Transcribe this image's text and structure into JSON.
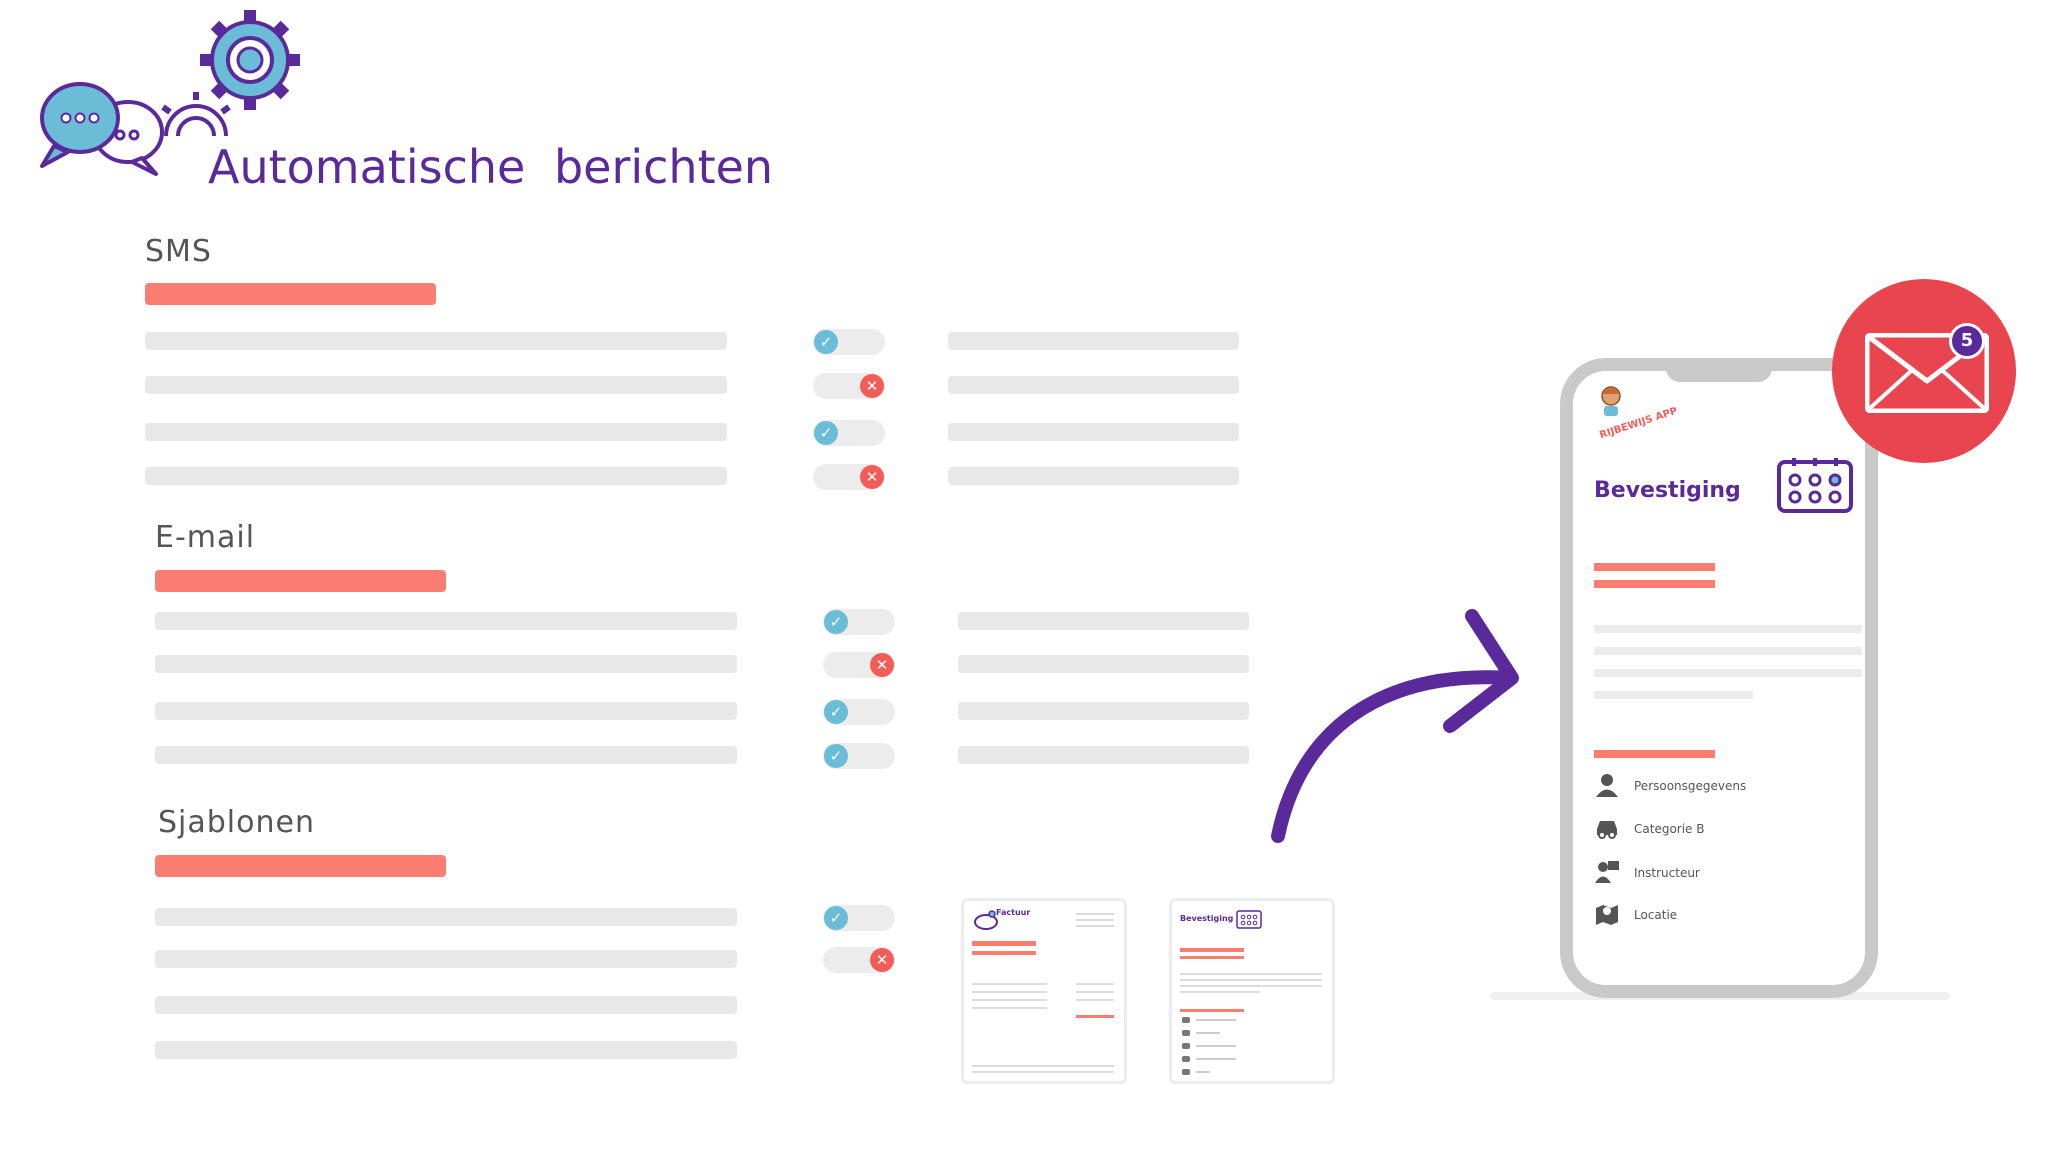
{
  "title": "Automatische berichten",
  "sections": {
    "sms": {
      "label": "SMS"
    },
    "email": {
      "label": "E-mail"
    },
    "templates": {
      "label": "Sjablonen"
    }
  },
  "toggles": {
    "sms": [
      "on",
      "off",
      "on",
      "off"
    ],
    "email": [
      "on",
      "off",
      "on",
      "on"
    ],
    "templates": [
      "on",
      "off"
    ]
  },
  "glyphs": {
    "check": "✓",
    "cross": "✕"
  },
  "phone": {
    "brand": "RIJBEWIJS APP",
    "title": "Bevestiging",
    "items": [
      {
        "icon": "person-icon",
        "label": "Persoonsgegevens"
      },
      {
        "icon": "car-icon",
        "label": "Categorie B"
      },
      {
        "icon": "instructor-icon",
        "label": "Instructeur"
      },
      {
        "icon": "location-icon",
        "label": "Locatie"
      }
    ],
    "notification_count": "5"
  },
  "template_docs": {
    "invoice": {
      "title": "Factuur"
    },
    "confirmation": {
      "title": "Bevestiging"
    }
  },
  "colors": {
    "accent_purple": "#5a2a9a",
    "accent_red": "#fb7c70",
    "toggle_on": "#6bbcd6",
    "toggle_off": "#f45d57",
    "mail_badge": "#e8454f"
  }
}
